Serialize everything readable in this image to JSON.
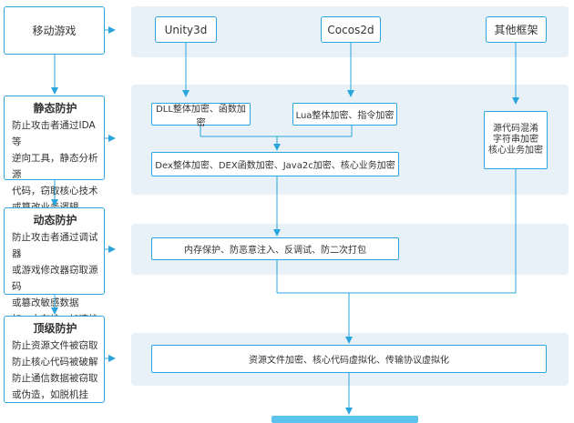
{
  "left_column": {
    "mobile_game": "移动游戏",
    "static": {
      "title": "静态防护",
      "desc": [
        "防止攻击者通过IDA等",
        "逆向工具，静态分析源",
        "代码，窃取核心技术",
        "或篡改业务逻辑"
      ]
    },
    "dynamic": {
      "title": "动态防护",
      "desc": [
        "防止攻击者通过调试器",
        "或游戏修改器窃取源码",
        "或篡改敏感数据",
        "如：内存挂、加速挂"
      ]
    },
    "top": {
      "title": "顶级防护",
      "desc": [
        "防止资源文件被窃取",
        "防止核心代码被破解",
        "防止通信数据被窃取",
        "或伪造，如脱机挂"
      ]
    }
  },
  "frameworks": {
    "unity": "Unity3d",
    "cocos": "Cocos2d",
    "other": "其他框架"
  },
  "static_row": {
    "dll": "DLL整体加密、函数加密",
    "lua": "Lua整体加密、指令加密",
    "source_lines": [
      "源代码混淆",
      "字符串加密",
      "核心业务加密"
    ],
    "dex": "Dex整体加密、DEX函数加密、Java2c加密、核心业务加密"
  },
  "dynamic_row": {
    "memory": "内存保护、防恶意注入、反调试、防二次打包"
  },
  "top_row": {
    "resource": "资源文件加密、核心代码虚拟化、传输协议虚拟化"
  },
  "colors": {
    "accent": "#2aa6dc",
    "panel": "#e8f1f8",
    "bottom_bar": "#5bc3ec"
  }
}
